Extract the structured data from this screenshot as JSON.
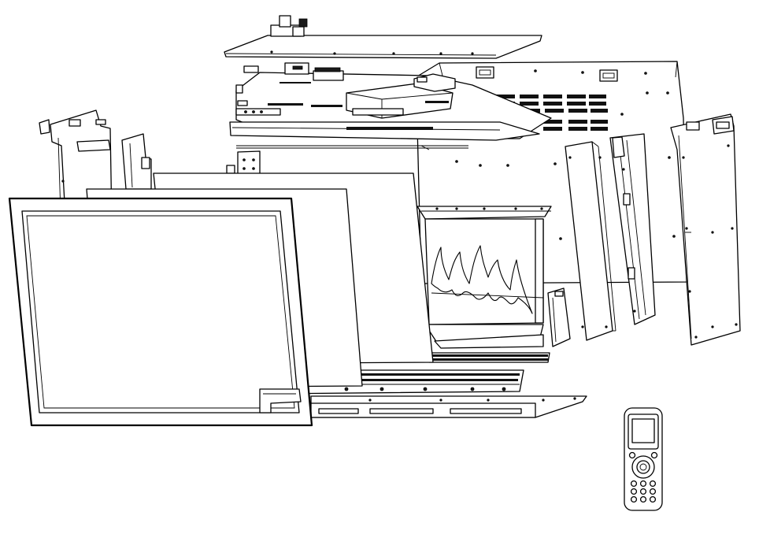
{
  "diagram": {
    "type": "exploded-assembly-line-drawing",
    "background_color": "#ffffff",
    "line_color": "#000000",
    "labels": [],
    "parts": [
      "top-cover-panel",
      "control-board-assembly",
      "rear-housing-panel",
      "vent-grille",
      "left-side-bracket",
      "left-inner-bracket",
      "diffuser-panel",
      "glass-panel",
      "front-frame",
      "flame-effect-panel",
      "heater-fan-rail",
      "bottom-base-tray",
      "right-divider-panel",
      "right-channel-bracket",
      "right-side-panel",
      "small-corner-bracket",
      "wiring-harness",
      "remote-control"
    ]
  }
}
